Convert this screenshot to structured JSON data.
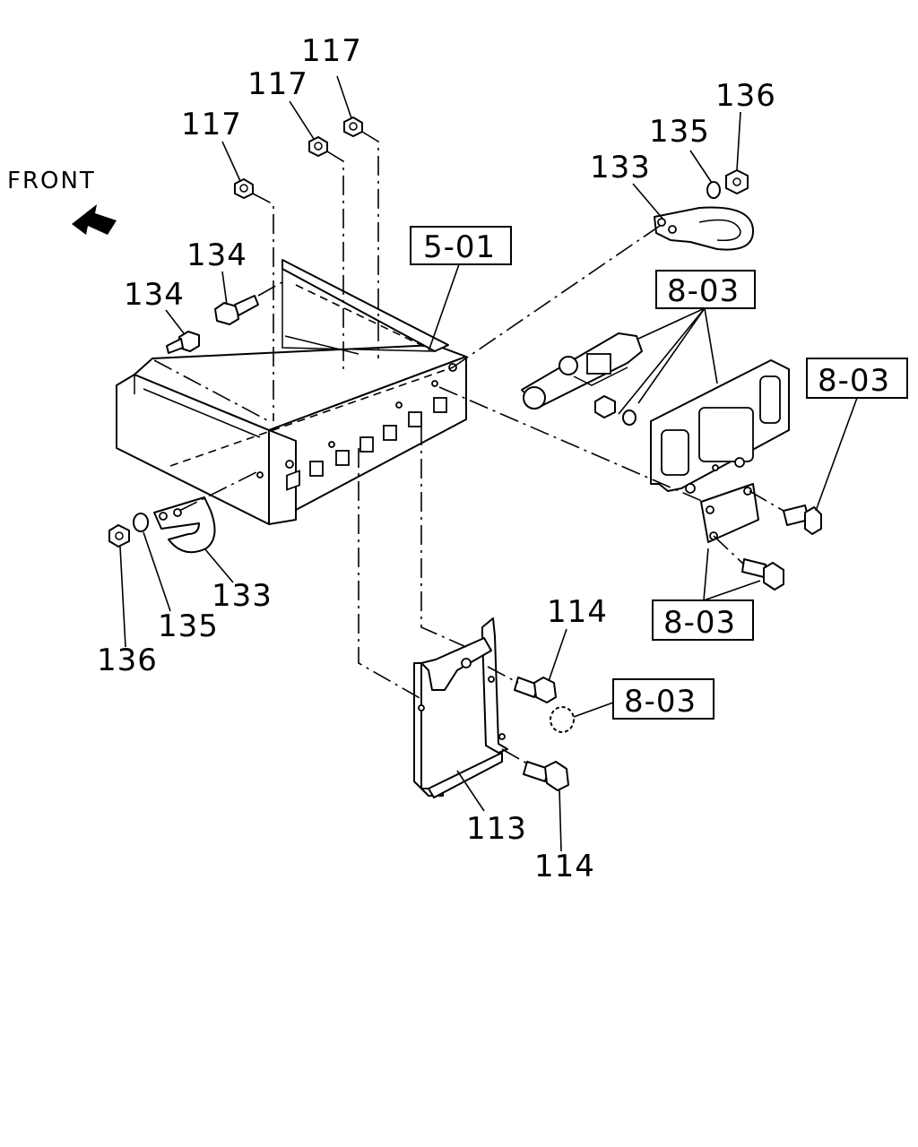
{
  "diagram": {
    "direction_label": "FRONT",
    "callouts": {
      "nut_117_a": "117",
      "nut_117_b": "117",
      "nut_117_c": "117",
      "bolt_134_a": "134",
      "bolt_134_b": "134",
      "hook_133_right": "133",
      "washer_135_right": "135",
      "nut_136_right": "136",
      "hook_133_left": "133",
      "washer_135_left": "135",
      "nut_136_left": "136",
      "bolt_114_upper": "114",
      "bolt_114_lower": "114",
      "bracket_113": "113"
    },
    "reference_boxes": {
      "ref_5_01": "5-01",
      "ref_8_03_top": "8-03",
      "ref_8_03_right": "8-03",
      "ref_8_03_bottom": "8-03",
      "ref_8_03_mid": "8-03"
    }
  }
}
